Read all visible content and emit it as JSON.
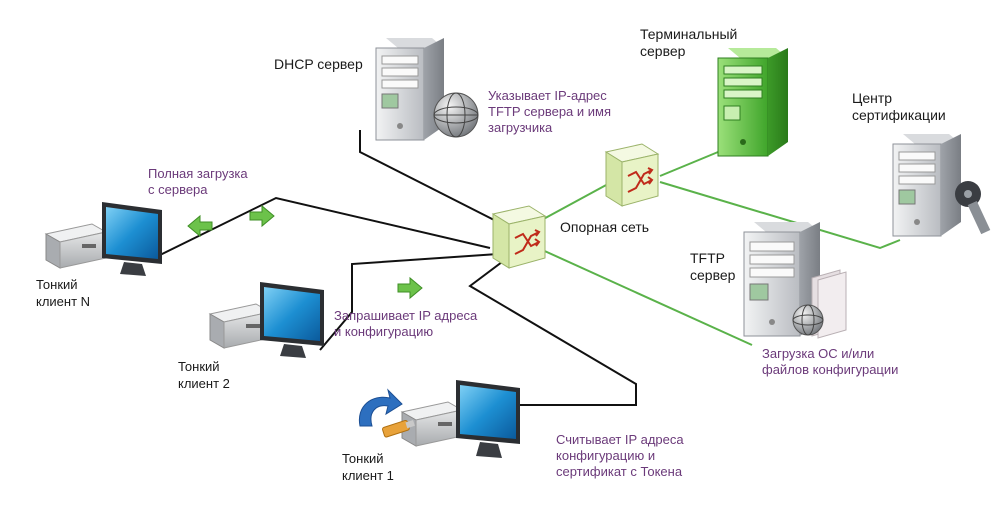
{
  "labels": {
    "dhcp": "DHCP сервер",
    "terminal": "Терминальный\nсервер",
    "ca": "Центр\nсертификации",
    "tftp": "TFTP\nсервер",
    "backbone": "Опорная сеть",
    "client_n": "Тонкий\nклиент N",
    "client_2": "Тонкий\nклиент 2",
    "client_1": "Тонкий\nклиент 1"
  },
  "notes": {
    "dhcp": "Указывает IP-адрес\nTFTP сервера и имя\nзагрузчика",
    "full_boot": "Полная загрузка\nс сервера",
    "request_ip": "Запрашивает IP адреса\nи конфигурацию",
    "os_load": "Загрузка ОС и/или\nфайлов конфигурации",
    "reads_ip": "Считывает IP адреса\nконфигурацию и\nсертификат с Токена"
  },
  "colors": {
    "black_link": "#111111",
    "green_link": "#5ab24a",
    "note_text": "#6b3a7a",
    "switch_fill": "#e8f3c6",
    "switch_arrow": "#c02a1a",
    "server_gray": "#c9ccd0",
    "server_green": "#5bbf3c",
    "monitor_screen": "#1a8fd1",
    "green_arrow": "#6cc24a",
    "blue_arrow": "#2d6fbf"
  },
  "icons": [
    "server-icon",
    "network-switch-icon",
    "monitor-icon",
    "globe-icon",
    "key-icon",
    "document-icon",
    "refresh-arrow-icon",
    "token-icon",
    "right-arrow-icon",
    "left-arrow-icon"
  ]
}
